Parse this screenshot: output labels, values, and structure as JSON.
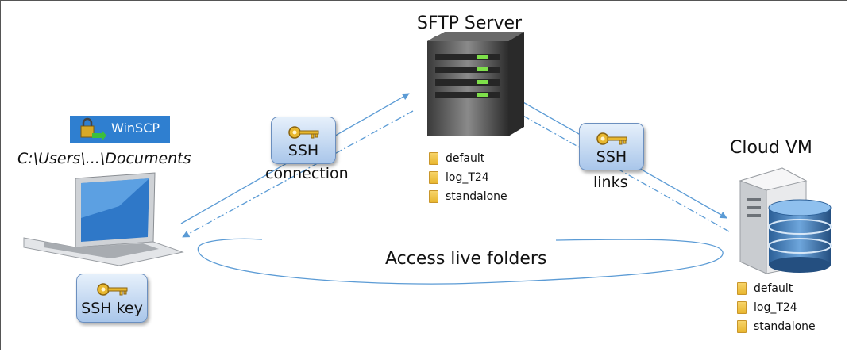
{
  "diagram": {
    "server_title": "SFTP Server",
    "cloud_title": "Cloud VM",
    "client_app": "WinSCP",
    "client_path": "C:\\Users\\...\\Documents",
    "ssh_connection": {
      "line1": "SSH",
      "line2": "connection"
    },
    "ssh_links": {
      "line1": "SSH",
      "line2": "links"
    },
    "ssh_key": "SSH key",
    "access_label": "Access live folders",
    "server_folders": [
      "default",
      "log_T24",
      "standalone"
    ],
    "cloud_folders": [
      "default",
      "log_T24",
      "standalone"
    ],
    "colors": {
      "arrow": "#5b9bd5",
      "badge": "#a9c6ea",
      "folder": "#f2c94c",
      "winscp": "#2f7fd0"
    }
  }
}
